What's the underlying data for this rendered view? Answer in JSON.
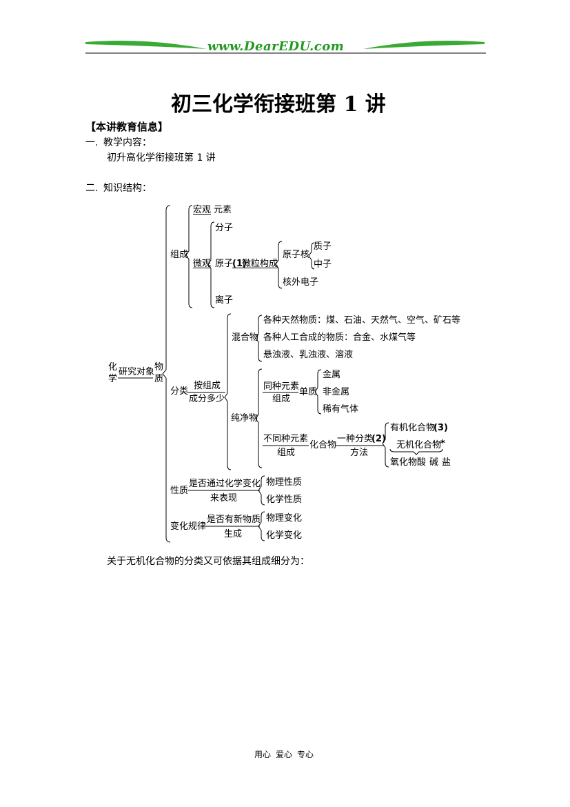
{
  "header": {
    "site": "www.DearEDU.com",
    "accent": "#3aaa35"
  },
  "title": "初三化学衔接班第 1 讲",
  "info_heading": "【本讲教育信息】",
  "sections": [
    {
      "num": "一.",
      "heading": "教学内容：",
      "body": "初升高化学衔接班第 1 讲"
    },
    {
      "num": "二.",
      "heading": "知识结构：",
      "body": ""
    }
  ],
  "tree": {
    "root": {
      "a": "化",
      "b": "学",
      "edge": "研究对象",
      "c": "物",
      "d": "质"
    },
    "composition": {
      "label": "组成",
      "macro": "宏观",
      "element": "元素",
      "micro": "微观",
      "molecule": "分子",
      "atom": "原子",
      "marker1": "(1)",
      "particle": "微粒构成",
      "nucleus": "原子核",
      "proton": "质子",
      "neutron": "中子",
      "electron": "核外电子",
      "ion": "离子"
    },
    "classification": {
      "label": "分类",
      "basis_top": "按组成",
      "basis_bottom": "成分多少",
      "mixture": "混合物",
      "mixture_items": [
        "各种天然物质：煤、石油、天然气、空气、矿石等",
        "各种人工合成的物质：合金、水煤气等",
        "悬浊液、乳浊液、溶液"
      ],
      "pure": "纯净物",
      "same_top": "同种元素",
      "same_bottom": "组成",
      "simple": "单质",
      "simple_items": [
        "金属",
        "非金属",
        "稀有气体"
      ],
      "diff_top": "不同种元素",
      "diff_bottom": "组成",
      "compound": "化合物",
      "method_top": "一种分类",
      "method_bottom": "方法",
      "marker2": "(2)",
      "organic": "有机化合物",
      "marker3": "(3)",
      "inorganic": "无机化合物",
      "star": "*",
      "inorganic_items": [
        "氧化物",
        "酸",
        "碱",
        "盐"
      ]
    },
    "property": {
      "label": "性质",
      "edge_top": "是否通过化学变化",
      "edge_bottom": "来表现",
      "items": [
        "物理性质",
        "化学性质"
      ]
    },
    "change": {
      "label": "变化规律",
      "edge_top": "是否有新物质",
      "edge_bottom": "生成",
      "items": [
        "物理变化",
        "化学变化"
      ]
    }
  },
  "closing": "关于无机化合物的分类又可依据其组成细分为：",
  "footer": [
    "用心",
    "爱心",
    "专心"
  ]
}
